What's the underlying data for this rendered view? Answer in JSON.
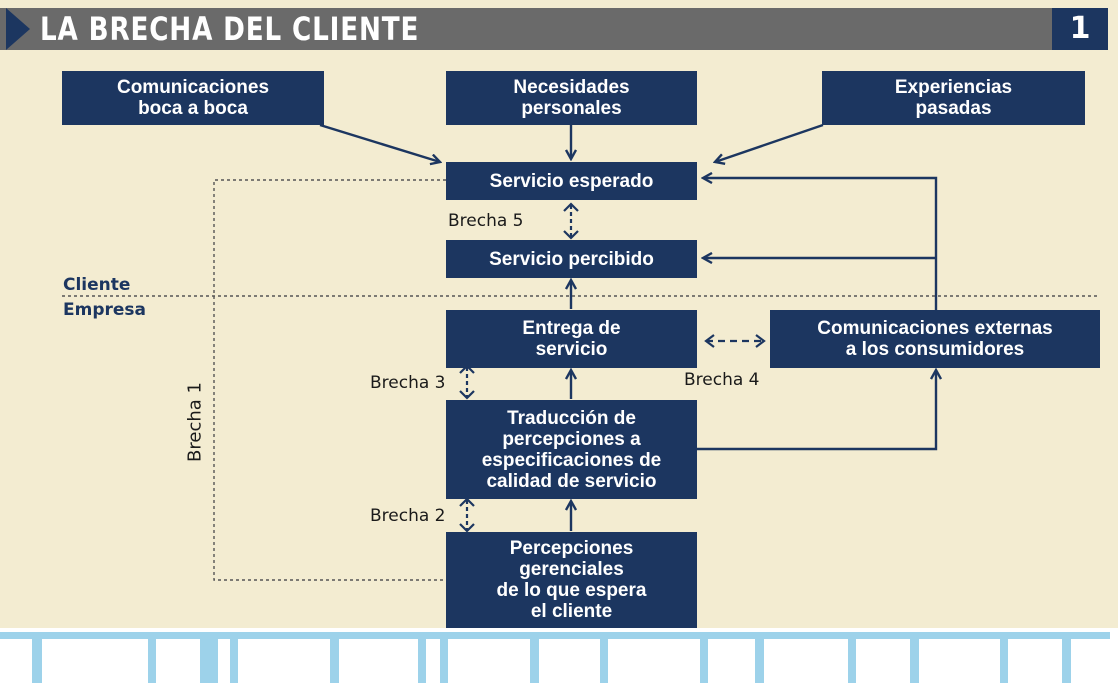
{
  "header": {
    "title": "LA BRECHA DEL CLIENTE",
    "number": "1"
  },
  "boxes": {
    "word_of_mouth": "Comunicaciones\nboca a boca",
    "personal_needs": "Necesidades\npersonales",
    "past_experience": "Experiencias\npasadas",
    "expected_service": "Servicio esperado",
    "perceived_service": "Servicio percibido",
    "service_delivery": "Entrega de\nservicio",
    "external_comms": "Comunicaciones externas\na los consumidores",
    "translation": "Traducción de\npercepciones a\nespecificaciones de\ncalidad de servicio",
    "management_perceptions": "Percepciones\ngerenciales\nde lo que espera\nel cliente"
  },
  "labels": {
    "gap1": "Brecha 1",
    "gap2": "Brecha 2",
    "gap3": "Brecha 3",
    "gap4": "Brecha 4",
    "gap5": "Brecha 5",
    "client": "Cliente",
    "company": "Empresa"
  },
  "colors": {
    "box": "#1c3660",
    "background": "#f3ecd1",
    "header": "#6a6a6a",
    "accent_strip": "#9dd2ea"
  }
}
